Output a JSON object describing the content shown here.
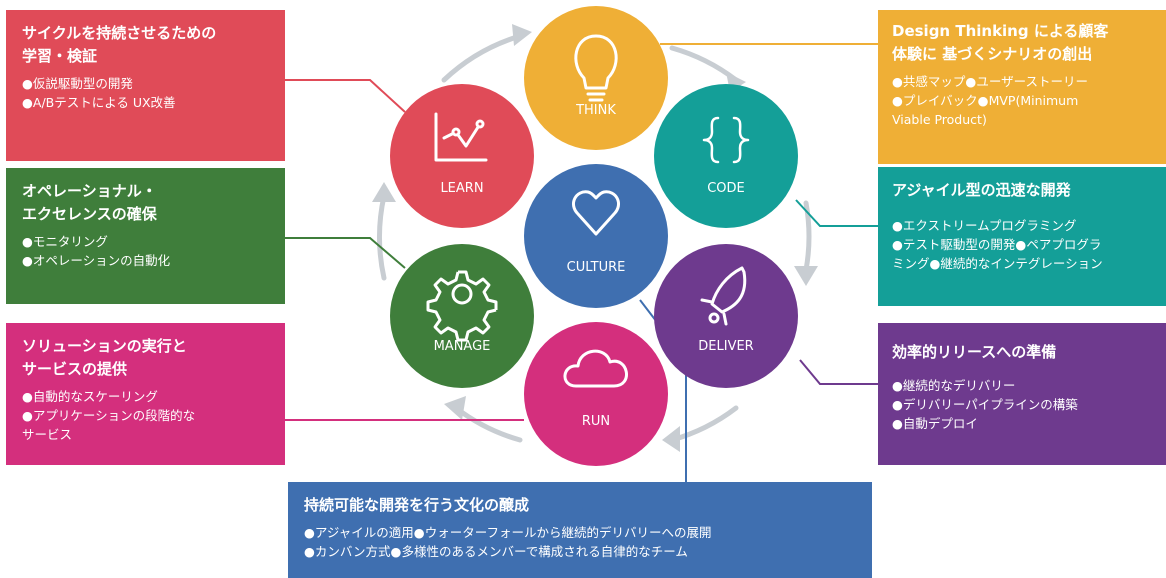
{
  "colors": {
    "think": "#EFAF36",
    "code": "#149F98",
    "deliver": "#6E3A8E",
    "run": "#D42F7D",
    "manage": "#3F7E3B",
    "learn": "#E04B58",
    "culture": "#3F6FB0",
    "arrow": "#C8CDD2"
  },
  "icons": {
    "think": "lightbulb-icon",
    "code": "braces-icon",
    "deliver": "rocket-icon",
    "run": "cloud-icon",
    "manage": "gear-icon",
    "learn": "line-chart-icon",
    "culture": "heart-icon"
  },
  "circles": {
    "think": "THINK",
    "code": "CODE",
    "deliver": "DELIVER",
    "run": "RUN",
    "manage": "MANAGE",
    "learn": "LEARN",
    "culture": "CULTURE"
  },
  "boxes": {
    "learn": {
      "title": "サイクルを持続させるための\n学習・検証",
      "items": [
        "●仮説駆動型の開発",
        "●A/Bテストによる UX改善"
      ]
    },
    "manage": {
      "title": "オペレーショナル・\nエクセレンスの確保",
      "items": [
        "●モニタリング",
        "●オペレーションの自動化"
      ]
    },
    "run": {
      "title": "ソリューションの実行と\nサービスの提供",
      "items": [
        "●自動的なスケーリング",
        "●アプリケーションの段階的な",
        "サービス"
      ]
    },
    "think": {
      "title": "Design Thinking による顧客\n体験に 基づくシナリオの創出",
      "items": [
        "●共感マップ●ユーザーストーリー",
        "●プレイバック●MVP(Minimum",
        "Viable Product)"
      ]
    },
    "code": {
      "title": "アジャイル型の迅速な開発",
      "items": [
        "●エクストリームプログラミング",
        "●テスト駆動型の開発●ペアプログラ",
        "ミング●継続的なインテグレーション"
      ]
    },
    "deliver": {
      "title": "効率的リリースへの準備",
      "items": [
        "●継続的なデリバリー",
        "●デリバリーパイプラインの構築",
        "●自動デプロイ"
      ]
    },
    "culture": {
      "title": "持続可能な開発を行う文化の醸成",
      "items": [
        "●アジャイルの適用●ウォーターフォールから継続的デリバリーへの展開",
        "●カンバン方式●多様性のあるメンバーで構成される自律的なチーム"
      ]
    }
  }
}
